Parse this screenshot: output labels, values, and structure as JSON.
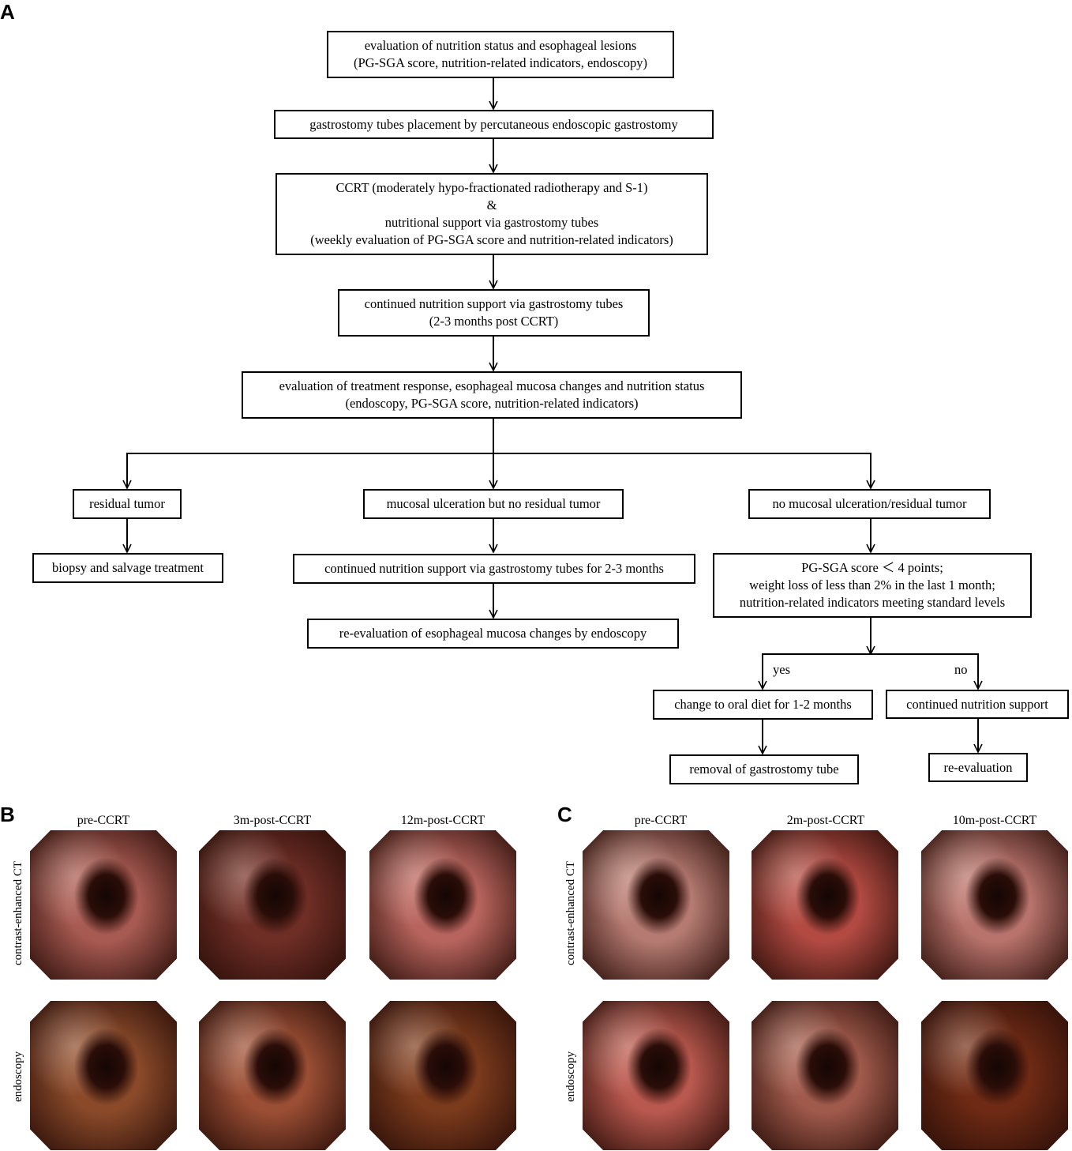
{
  "panels": {
    "a": "A",
    "b": "B",
    "c": "C"
  },
  "flow": {
    "n1": [
      "evaluation of nutrition status and esophageal lesions",
      "(PG-SGA score, nutrition-related indicators, endoscopy)"
    ],
    "n2": [
      "gastrostomy tubes placement by percutaneous endoscopic gastrostomy"
    ],
    "n3": [
      "CCRT (moderately hypo-fractionated radiotherapy and S-1)",
      "&",
      "nutritional support via gastrostomy tubes",
      "(weekly evaluation of PG-SGA score and nutrition-related indicators)"
    ],
    "n4": [
      "continued nutrition support via gastrostomy tubes",
      "(2-3 months post CCRT)"
    ],
    "n5": [
      "evaluation of treatment response, esophageal mucosa changes and nutrition status",
      "(endoscopy, PG-SGA score, nutrition-related indicators)"
    ],
    "n6": [
      "residual tumor"
    ],
    "n7": [
      "mucosal ulceration but no residual tumor"
    ],
    "n8": [
      "no mucosal ulceration/residual tumor"
    ],
    "n9": [
      "biopsy and salvage treatment"
    ],
    "n10": [
      "continued nutrition support via gastrostomy tubes for 2-3 months"
    ],
    "n11": [
      "re-evaluation of esophageal mucosa changes by endoscopy"
    ],
    "n12": [
      "PG-SGA score ＜ 4 points;",
      "weight loss of less than 2% in the last 1 month;",
      "nutrition-related indicators meeting standard levels"
    ],
    "n13": [
      "change to oral diet for 1-2 months"
    ],
    "n14": [
      "continued nutrition support"
    ],
    "n15": [
      "removal of gastrostomy tube"
    ],
    "n16": [
      "re-evaluation"
    ],
    "yes": "yes",
    "no": "no"
  },
  "panel_b": {
    "columns": [
      "pre-CCRT",
      "3m-post-CCRT",
      "12m-post-CCRT"
    ],
    "rows": [
      "contrast-enhanced CT",
      "endoscopy"
    ],
    "tones": [
      [
        "#a75a52",
        "#6e2e26",
        "#b8645e"
      ],
      [
        "#8a4a2a",
        "#9a4e34",
        "#7a3a1c"
      ]
    ]
  },
  "panel_c": {
    "columns": [
      "pre-CCRT",
      "2m-post-CCRT",
      "10m-post-CCRT"
    ],
    "rows": [
      "contrast-enhanced CT",
      "endoscopy"
    ],
    "tones": [
      [
        "#b57b72",
        "#b24a42",
        "#b7736c"
      ],
      [
        "#b8584e",
        "#a05a4c",
        "#6e2a14"
      ]
    ]
  }
}
